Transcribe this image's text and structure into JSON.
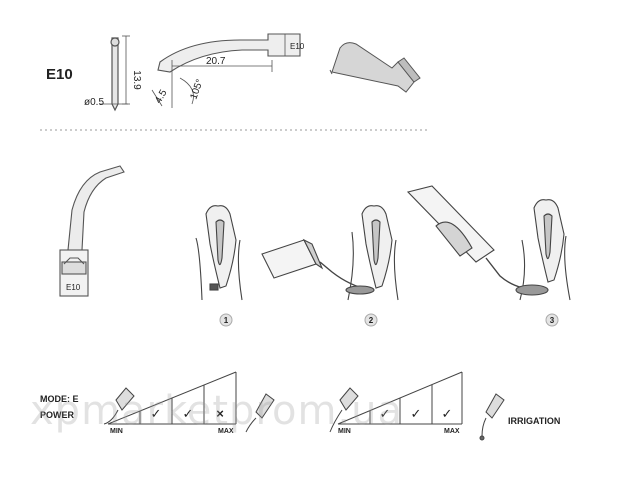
{
  "tip": {
    "model": "E10",
    "dim_height": "13.9",
    "dim_diameter": "ø0.5",
    "dim_length": "20.7",
    "dim_short": "4.5",
    "dim_angle": "105°",
    "engraving": "E10",
    "handpiece_label": "E10"
  },
  "steps": [
    "1",
    "2",
    "3"
  ],
  "power_scale": {
    "mode_label": "MODE: E",
    "power_label": "POWER",
    "min_label": "MIN",
    "max_label": "MAX",
    "left_marks": [
      "✓",
      "✓",
      "×"
    ],
    "right_marks": [
      "✓",
      "✓",
      "✓"
    ]
  },
  "irrigation_label": "IRRIGATION",
  "watermark": "xpmarketprom.ua",
  "colors": {
    "line": "#555555",
    "gray": "#888888",
    "mark": "#444444"
  }
}
